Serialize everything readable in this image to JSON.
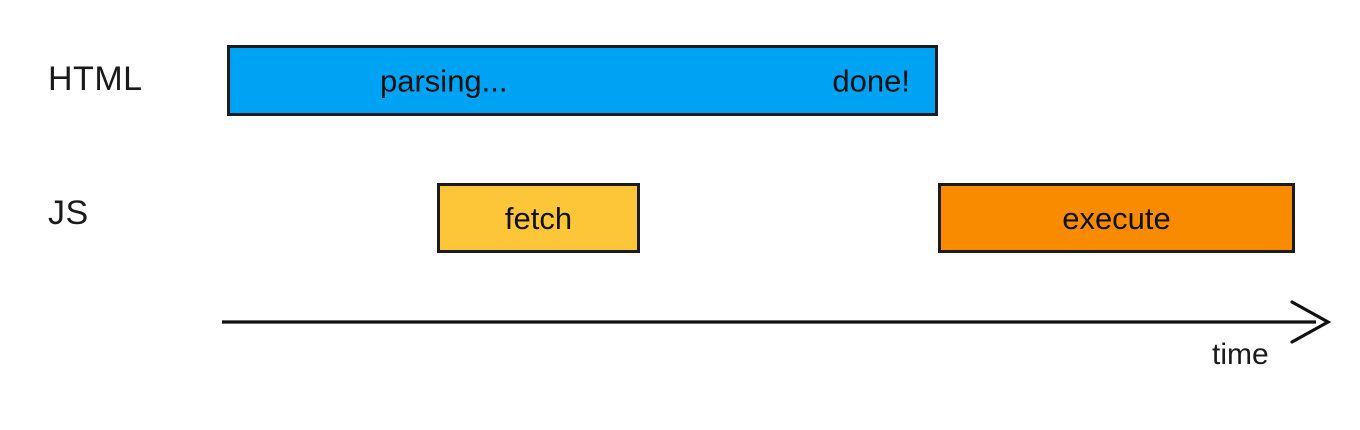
{
  "diagram": {
    "rows": [
      {
        "label": "HTML"
      },
      {
        "label": "JS"
      }
    ],
    "bars": {
      "parsing": {
        "label_left": "parsing...",
        "label_right": "done!",
        "color": "#00a2f3",
        "row": "HTML"
      },
      "fetch": {
        "label": "fetch",
        "color": "#fcc638",
        "row": "JS"
      },
      "execute": {
        "label": "execute",
        "color": "#f98b00",
        "row": "JS"
      }
    },
    "axis": {
      "label": "time",
      "arrow_color": "#111111"
    },
    "colors": {
      "bar_border": "#1c1c1c",
      "text": "#1a1a1a",
      "background": "#ffffff"
    }
  }
}
